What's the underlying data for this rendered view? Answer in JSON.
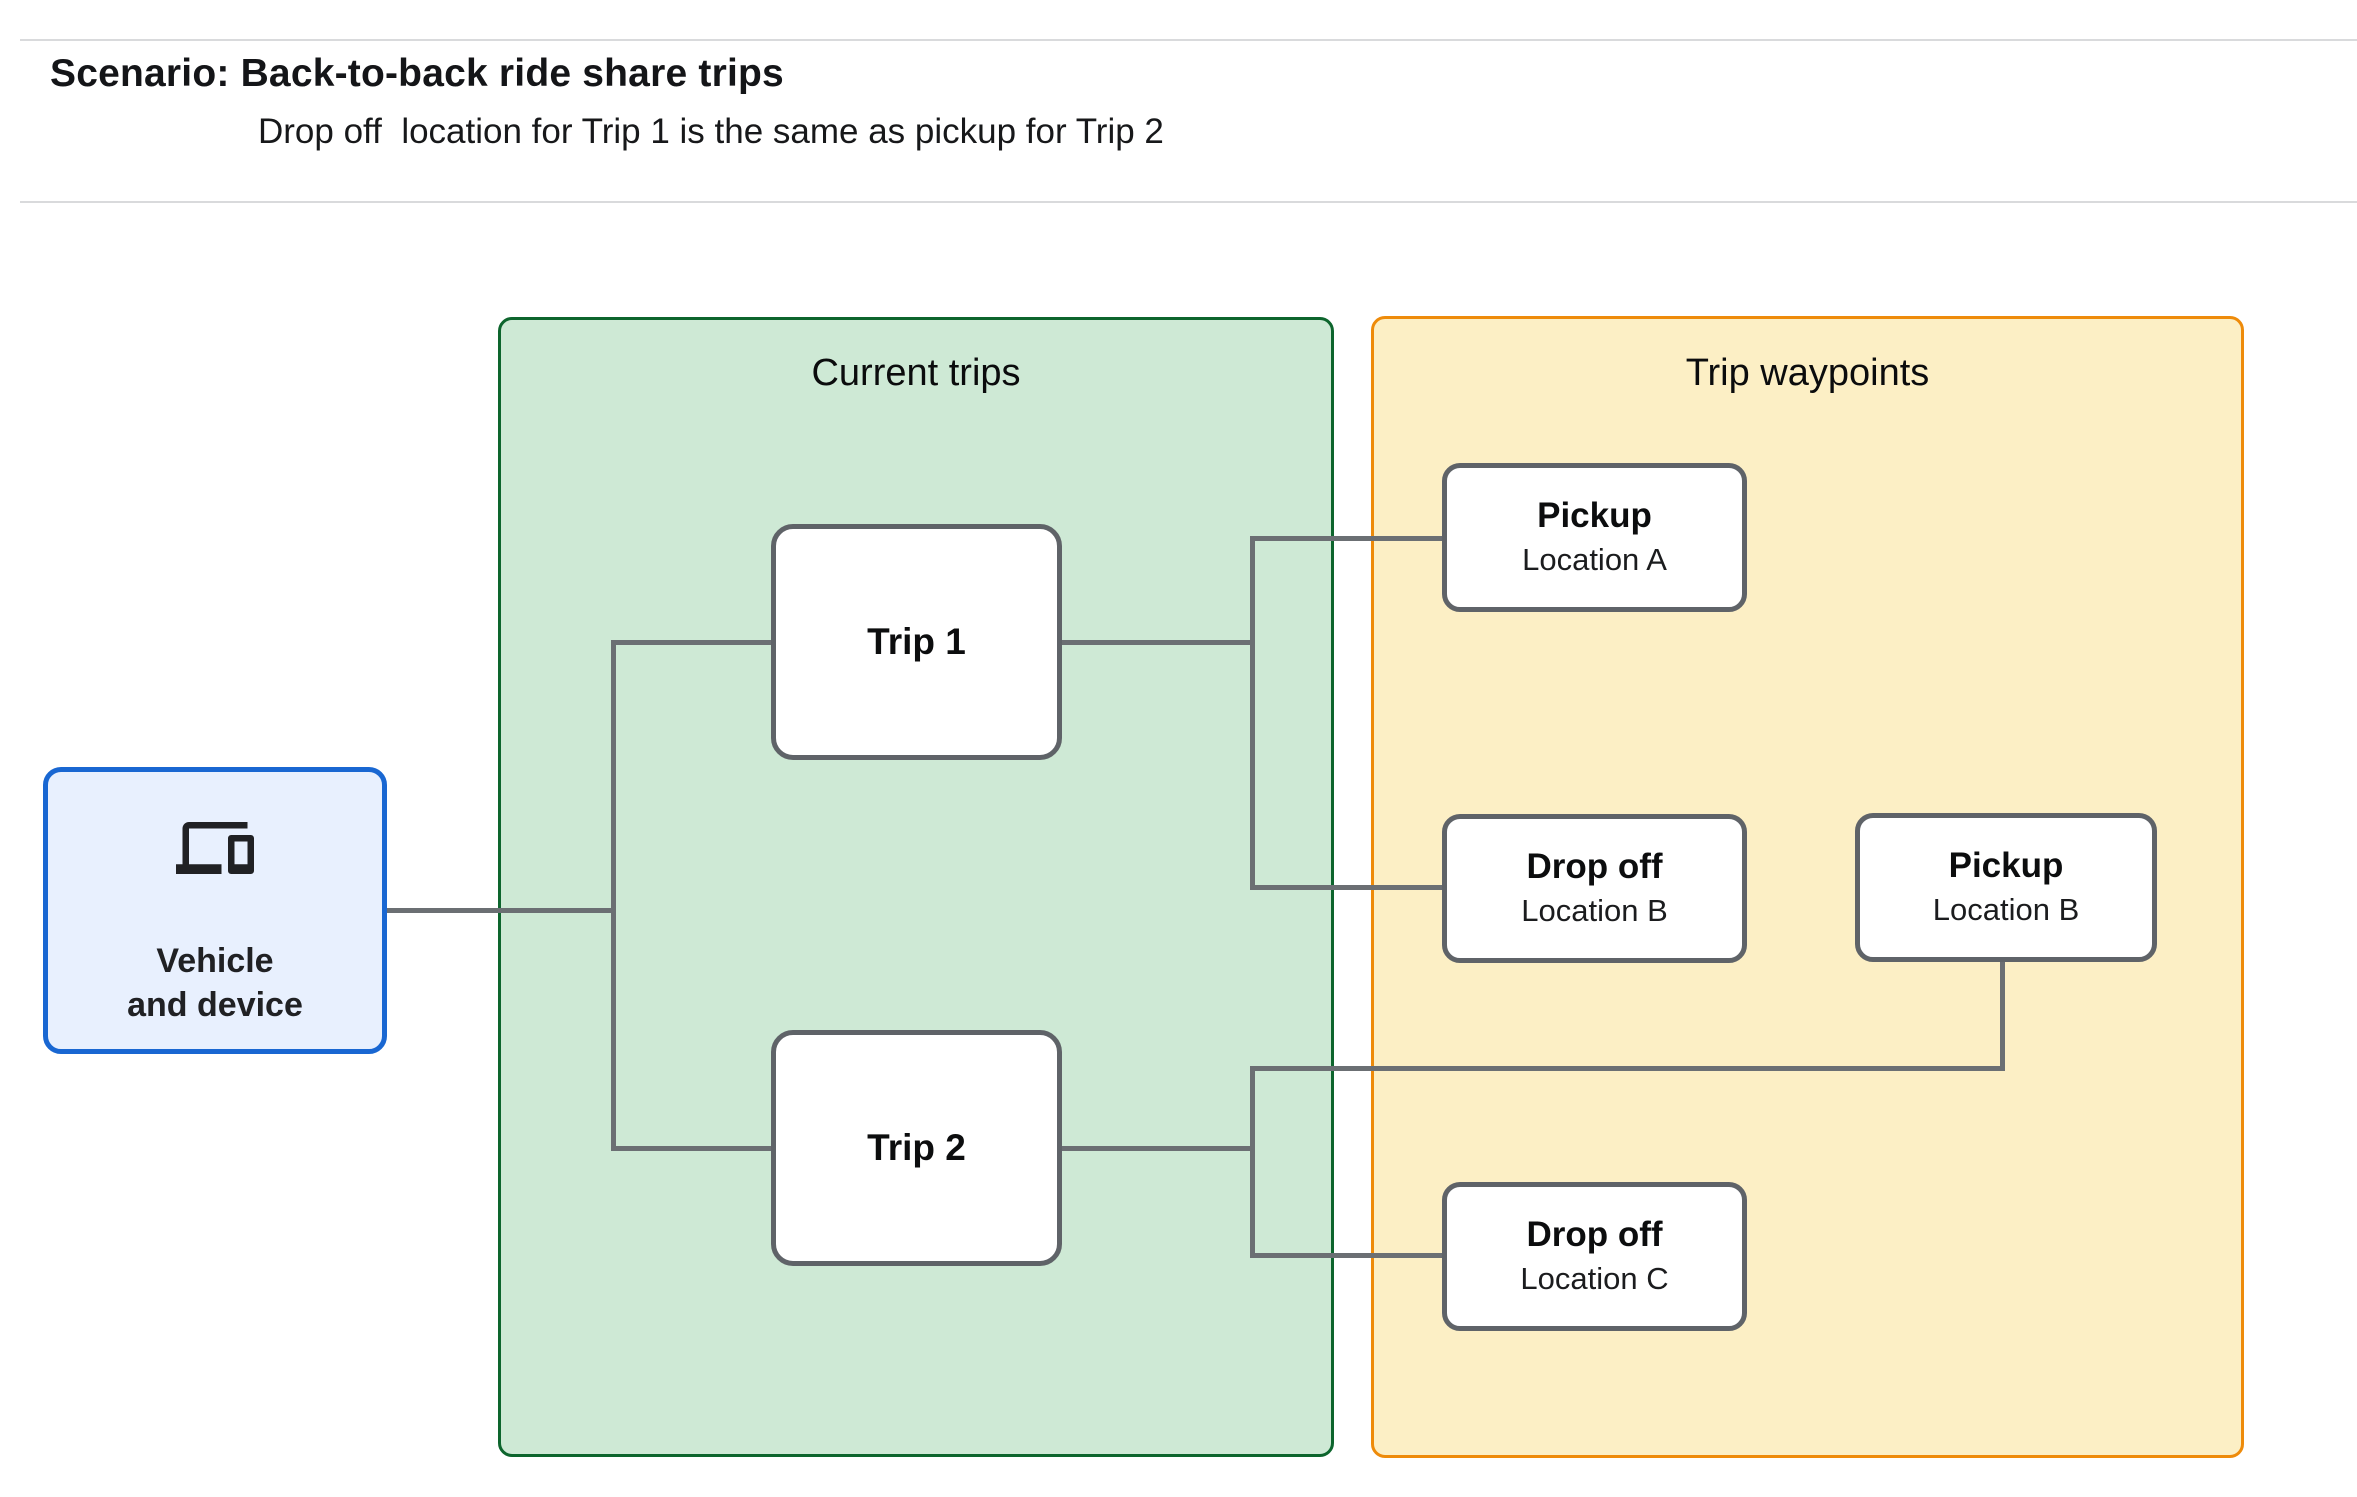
{
  "header": {
    "title": "Scenario: Back-to-back ride share trips",
    "subtitle": "Drop off  location for Trip 1 is the same as pickup for Trip 2"
  },
  "vehicle": {
    "icon": "devices-icon",
    "label_line1": "Vehicle",
    "label_line2": "and device"
  },
  "groups": {
    "current_trips": {
      "title": "Current trips"
    },
    "trip_waypoints": {
      "title": "Trip waypoints"
    }
  },
  "trips": [
    {
      "label": "Trip 1"
    },
    {
      "label": "Trip 2"
    }
  ],
  "waypoints": {
    "pickup_a": {
      "type": "Pickup",
      "location": "Location A"
    },
    "dropoff_b": {
      "type": "Drop off",
      "location": "Location B"
    },
    "pickup_b": {
      "type": "Pickup",
      "location": "Location B"
    },
    "dropoff_c": {
      "type": "Drop off",
      "location": "Location C"
    }
  },
  "colors": {
    "green_fill": "#cee9d5",
    "green_border": "#0d652d",
    "yellow_fill": "#fcefc5",
    "yellow_border": "#ee8b0a",
    "blue_fill": "#e8f0fe",
    "blue_border": "#1967d2",
    "box_border": "#5f6368",
    "connector": "#6b6f73"
  }
}
